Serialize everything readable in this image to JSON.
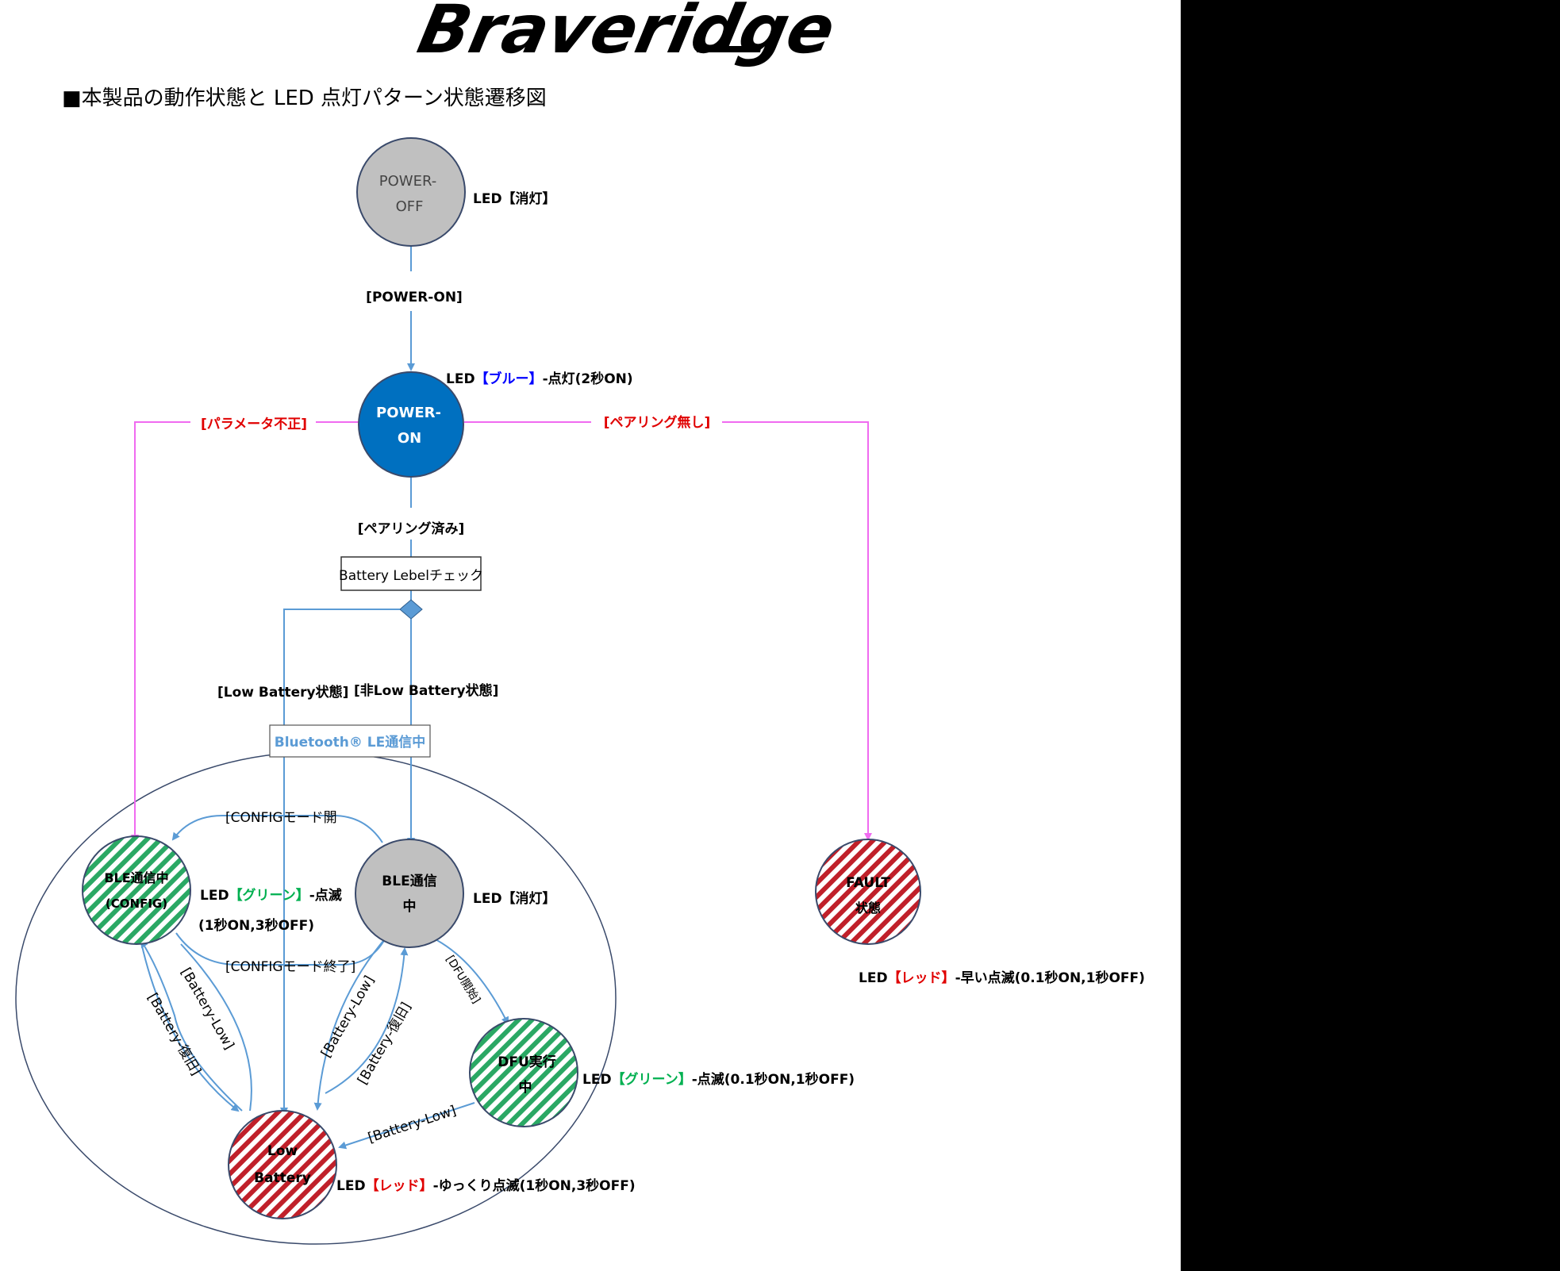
{
  "logo": {
    "text": "Braveridge"
  },
  "heading": "■本製品の動作状態と LED 点灯パターン状態遷移図",
  "colors": {
    "arrow": "#5b9bd5",
    "magenta": "#f06bf0",
    "gray_state": "#c0c0c0",
    "blue_state": "#0070c0",
    "green_hatch": "#2aa864",
    "red_hatch": "#c0202a",
    "label_red": "#e00000",
    "label_blue": "#0000ff",
    "label_green": "#00b050",
    "region_label": "#5b9bd5"
  },
  "states": {
    "power_off": {
      "line1": "POWER-",
      "line2": "OFF"
    },
    "power_on": {
      "line1": "POWER-",
      "line2": "ON"
    },
    "ble_config": {
      "line1": "BLE通信中",
      "line2": "(CONFIG)"
    },
    "ble": {
      "line1": "BLE通信",
      "line2": "中"
    },
    "dfu": {
      "line1": "DFU実行",
      "line2": "中"
    },
    "low_battery": {
      "line1": "Low",
      "line2": "Battery"
    },
    "fault": {
      "line1": "FAULT",
      "line2": "状態"
    }
  },
  "leds": {
    "power_off": "LED【消灯】",
    "power_on": {
      "prefix": "LED",
      "color": "【ブルー】",
      "suffix": "-点灯(2秒ON)"
    },
    "ble_config": {
      "prefix": "LED",
      "color": "【グリーン】",
      "suffix": "-点滅",
      "line2": "(1秒ON,3秒OFF)"
    },
    "ble": "LED【消灯】",
    "dfu": {
      "prefix": "LED",
      "color": "【グリーン】",
      "suffix": "-点滅(0.1秒ON,1秒OFF)"
    },
    "low_battery": {
      "prefix": "LED",
      "color": "【レッド】",
      "suffix": "-ゆっくり点滅(1秒ON,3秒OFF)"
    },
    "fault": {
      "prefix": "LED",
      "color": "【レッド】",
      "suffix": "-早い点滅(0.1秒ON,1秒OFF)"
    }
  },
  "transitions": {
    "power_on": "[POWER-ON]",
    "param_invalid": "[パラメータ不正]",
    "no_pairing": "[ペアリング無し]",
    "paired": "[ペアリング済み]",
    "low_battery_state": "[Low Battery状態]",
    "non_low_battery_state": "[非Low Battery状態]",
    "config_open": "[CONFIGモード開",
    "config_end": "[CONFIGモード終了]",
    "dfu_start": "[DFU開始]",
    "battery_low_a": "[Battery-Low]",
    "battery_restore_a": "[Battery-復旧]",
    "battery_low_b": "[Battery-Low]",
    "battery_restore_b": "[Battery-復旧]",
    "battery_low_c": "[Battery-Low]"
  },
  "check_box": "Battery Lebelチェック",
  "region_label": "Bluetooth® LE通信中"
}
